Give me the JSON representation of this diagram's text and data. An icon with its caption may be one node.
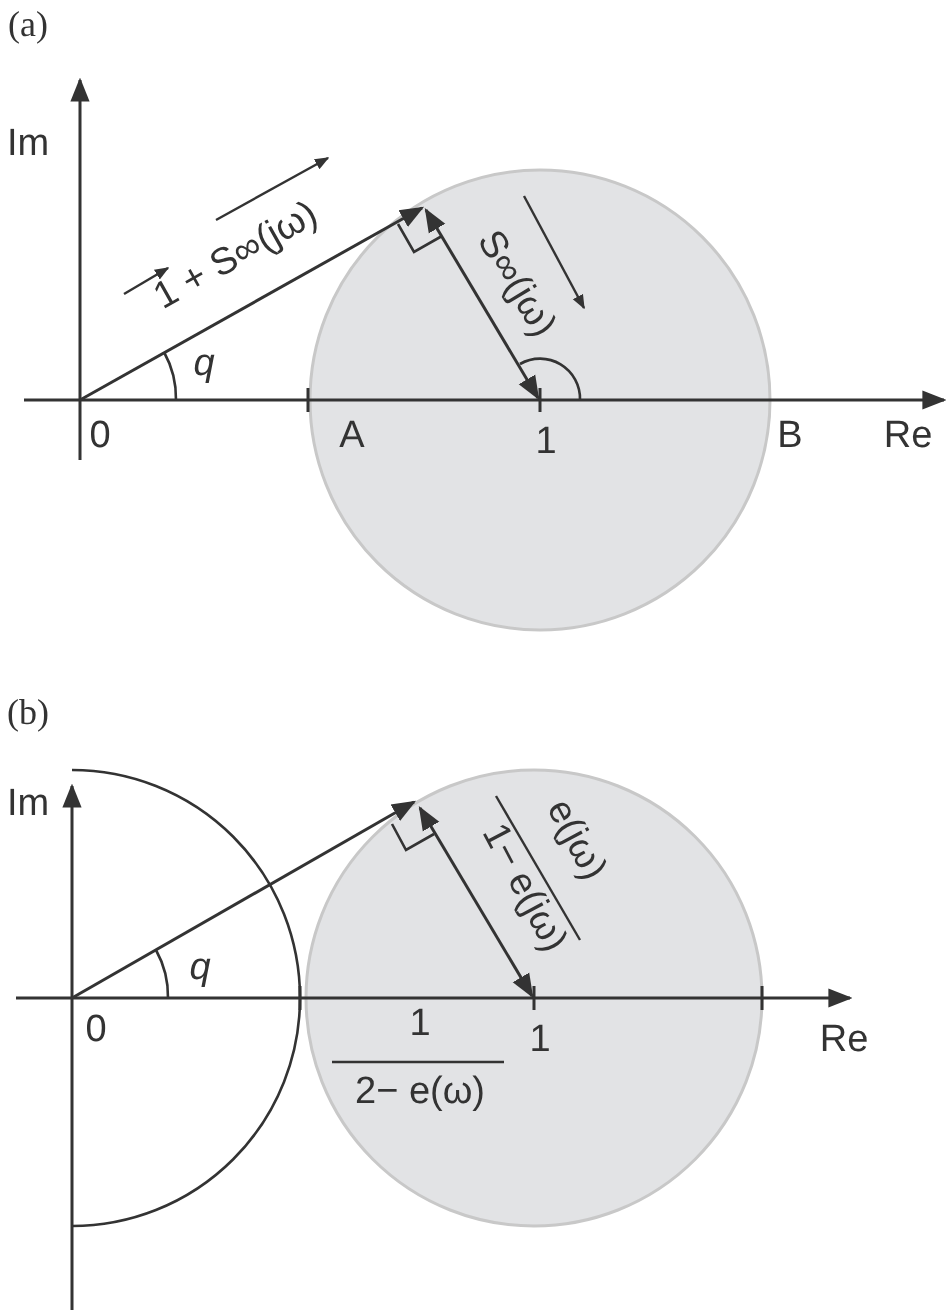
{
  "diagram": {
    "labels": [
      "(a)",
      "Im",
      "1 + S∞(jω)",
      "S∞(jω)",
      "q",
      "0",
      "A",
      "1",
      "B",
      "Re",
      "(b)",
      "Im",
      "e(jω)",
      "1− e(jω)",
      "q",
      "0",
      "1",
      "2− e(ω)",
      "1",
      "Re"
    ]
  }
}
